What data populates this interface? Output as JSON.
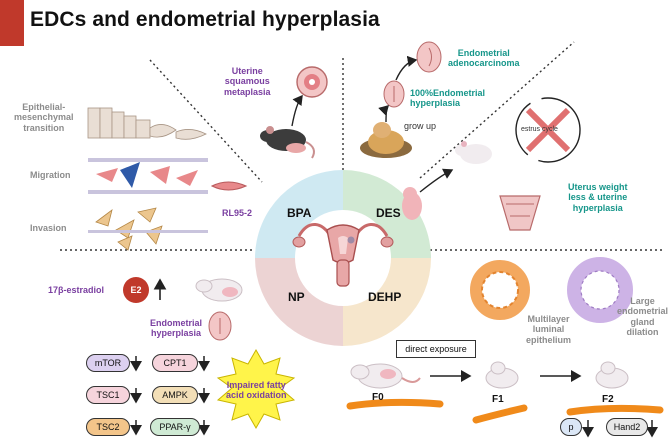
{
  "header": {
    "title": "EDCs and endometrial hyperplasia"
  },
  "quadrants": {
    "bpa": "BPA",
    "des": "DES",
    "np": "NP",
    "dehp": "DEHP"
  },
  "bpa": {
    "emt": "Epithelial-\nmesenchymal\ntransition",
    "migration": "Migration",
    "invasion": "Invasion",
    "cell_line": "RL95-2",
    "metaplasia": "Uterine\nsquamous\nmetaplasia"
  },
  "des": {
    "adenocarcinoma": "Endometrial\nadenocarcinoma",
    "hyperplasia": "100%Endometrial\nhyperplasia",
    "grow_up": "grow up",
    "estrus": "estrus cycle",
    "uterus": "Uterus weight\nless & uterine\nhyperplasia"
  },
  "np": {
    "estradiol": "17β-estradiol",
    "e2": "E2",
    "hyperplasia": "Endometrial\nhyperplasia",
    "markers": [
      "mTOR",
      "CPT1",
      "TSC1",
      "AMPK",
      "TSC2",
      "PPAR-γ"
    ],
    "fatty_acid": "Impaired fatty\nacid oxidation"
  },
  "dehp": {
    "exposure": "direct exposure",
    "luminal": "Multilayer\nluminal\nepithelium",
    "gland": "Large\nendometrial\ngland\ndilation",
    "gens": [
      "F0",
      "F1",
      "F2"
    ],
    "p": "p",
    "hand2": "Hand2"
  },
  "colors": {
    "bpa_quadrant": "#cfe9f2",
    "des_quadrant": "#d2ead4",
    "np_quadrant": "#ecd3d3",
    "dehp_quadrant": "#f6e6cc",
    "accent_red": "#c0392b",
    "title_bar": "#c0392b"
  }
}
